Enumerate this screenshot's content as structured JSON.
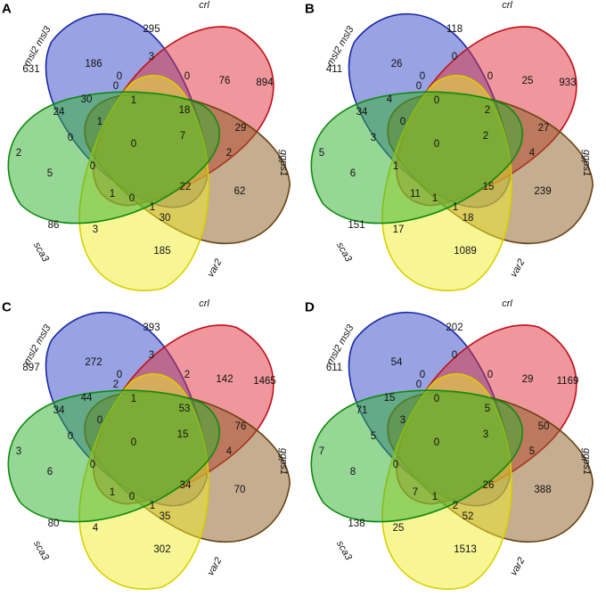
{
  "set_names": [
    "msl2 msl3",
    "crl",
    "ggps1",
    "var2",
    "sca3"
  ],
  "colors": {
    "msl2 msl3": {
      "fill": "#3348c9",
      "stroke": "#1a2aa8"
    },
    "crl": {
      "fill": "#e0303a",
      "stroke": "#c0101a"
    },
    "ggps1": {
      "fill": "#8c5c20",
      "stroke": "#6a4412"
    },
    "var2": {
      "fill": "#f2ee2a",
      "stroke": "#d8d000"
    },
    "sca3": {
      "fill": "#2fb02c",
      "stroke": "#108a10"
    }
  },
  "panels": [
    {
      "label": "A",
      "counts": {
        "A": "631",
        "B": "295",
        "C": "894",
        "D": "185",
        "E": "86",
        "AB": "186",
        "BC": "76",
        "CD": "62",
        "DE": "3",
        "EA": "2",
        "AC": "24",
        "BD": "18",
        "CE": "29",
        "DA": "30",
        "EB": "3",
        "ABC": "0",
        "BCD": "2",
        "CDE": "30",
        "DEA": "0",
        "EAB": "0",
        "ABD": "1",
        "BCE": "7",
        "CDA": "22",
        "DEB": "0",
        "EAC": "5",
        "ABCD": "1",
        "BCDE": "1",
        "CDEA": "1",
        "DEAB": "0",
        "EABC": "0",
        "ALL": "0"
      }
    },
    {
      "label": "B",
      "counts": {
        "A": "411",
        "B": "118",
        "C": "933",
        "D": "1089",
        "E": "151",
        "AB": "26",
        "BC": "25",
        "CD": "239",
        "DE": "17",
        "EA": "5",
        "AC": "34",
        "BD": "2",
        "CE": "27",
        "DA": "4",
        "EB": "0",
        "ABC": "0",
        "BCD": "4",
        "CDE": "18",
        "DEA": "3",
        "EAB": "0",
        "ABD": "0",
        "BCE": "2",
        "CDA": "15",
        "DEB": "1",
        "EAC": "6",
        "ABCD": "0",
        "BCDE": "11",
        "CDEA": "1",
        "DEAB": "1",
        "EABC": "0",
        "ALL": "0"
      }
    },
    {
      "label": "C",
      "counts": {
        "A": "897",
        "B": "393",
        "C": "1465",
        "D": "302",
        "E": "80",
        "AB": "272",
        "BC": "142",
        "CD": "70",
        "DE": "4",
        "EA": "3",
        "AC": "34",
        "BD": "53",
        "CE": "76",
        "DA": "44",
        "EB": "3",
        "ABC": "2",
        "BCD": "4",
        "CDE": "35",
        "DEA": "0",
        "EAB": "2",
        "ABD": "1",
        "BCE": "15",
        "CDA": "34",
        "DEB": "0",
        "EAC": "6",
        "ABCD": "0",
        "BCDE": "1",
        "CDEA": "1",
        "DEAB": "0",
        "EABC": "0",
        "ALL": "0"
      }
    },
    {
      "label": "D",
      "counts": {
        "A": "611",
        "B": "202",
        "C": "1169",
        "D": "1513",
        "E": "138",
        "AB": "54",
        "BC": "29",
        "CD": "388",
        "DE": "25",
        "EA": "7",
        "AC": "71",
        "BD": "5",
        "CE": "50",
        "DA": "15",
        "EB": "0",
        "ABC": "0",
        "BCD": "5",
        "CDE": "52",
        "DEA": "5",
        "EAB": "0",
        "ABD": "0",
        "BCE": "3",
        "CDA": "26",
        "DEB": "1",
        "EAC": "8",
        "ABCD": "3",
        "BCDE": "7",
        "CDEA": "2",
        "DEAB": "0",
        "EABC": "0",
        "ALL": "0"
      }
    }
  ]
}
